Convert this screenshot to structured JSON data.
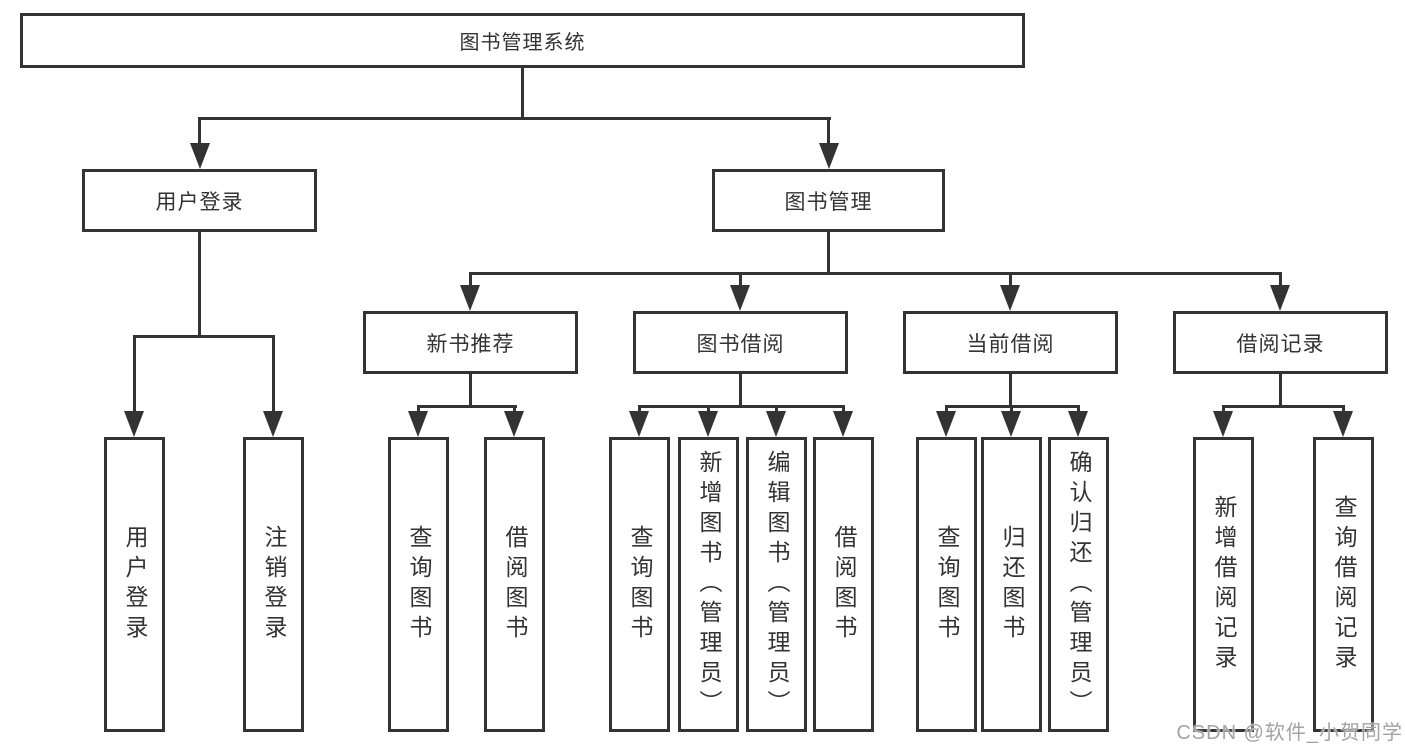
{
  "diagram_title": "图书管理系统",
  "watermark": "CSDN @软件_小贺同学",
  "colors": {
    "line": "#333333",
    "text": "#333333",
    "background": "#ffffff",
    "watermark": "#a3a3a3"
  },
  "nodes": {
    "root": "图书管理系统",
    "l2": {
      "user_login": "用户登录",
      "book_mgmt": "图书管理"
    },
    "l3": {
      "new_book_rec": "新书推荐",
      "book_borrow": "图书借阅",
      "current_borrow": "当前借阅",
      "borrow_records": "借阅记录"
    },
    "leaves": {
      "user_login": "用户登录",
      "logout": "注销登录",
      "rec_query_book": "查询图书",
      "rec_borrow_book": "借阅图书",
      "bor_query_book": "查询图书",
      "bor_add_book_admin": "新增图书（管理员）",
      "bor_edit_book_admin": "编辑图书（管理员）",
      "bor_borrow_book": "借阅图书",
      "cur_query_book": "查询图书",
      "cur_return_book": "归还图书",
      "cur_confirm_return_admin": "确认归还（管理员）",
      "rec2_add_record": "新增借阅记录",
      "rec2_query_record": "查询借阅记录"
    }
  },
  "hierarchy": {
    "图书管理系统": {
      "用户登录": [
        "用户登录",
        "注销登录"
      ],
      "图书管理": {
        "新书推荐": [
          "查询图书",
          "借阅图书"
        ],
        "图书借阅": [
          "查询图书",
          "新增图书（管理员）",
          "编辑图书（管理员）",
          "借阅图书"
        ],
        "当前借阅": [
          "查询图书",
          "归还图书",
          "确认归还（管理员）"
        ],
        "借阅记录": [
          "新增借阅记录",
          "查询借阅记录"
        ]
      }
    }
  }
}
